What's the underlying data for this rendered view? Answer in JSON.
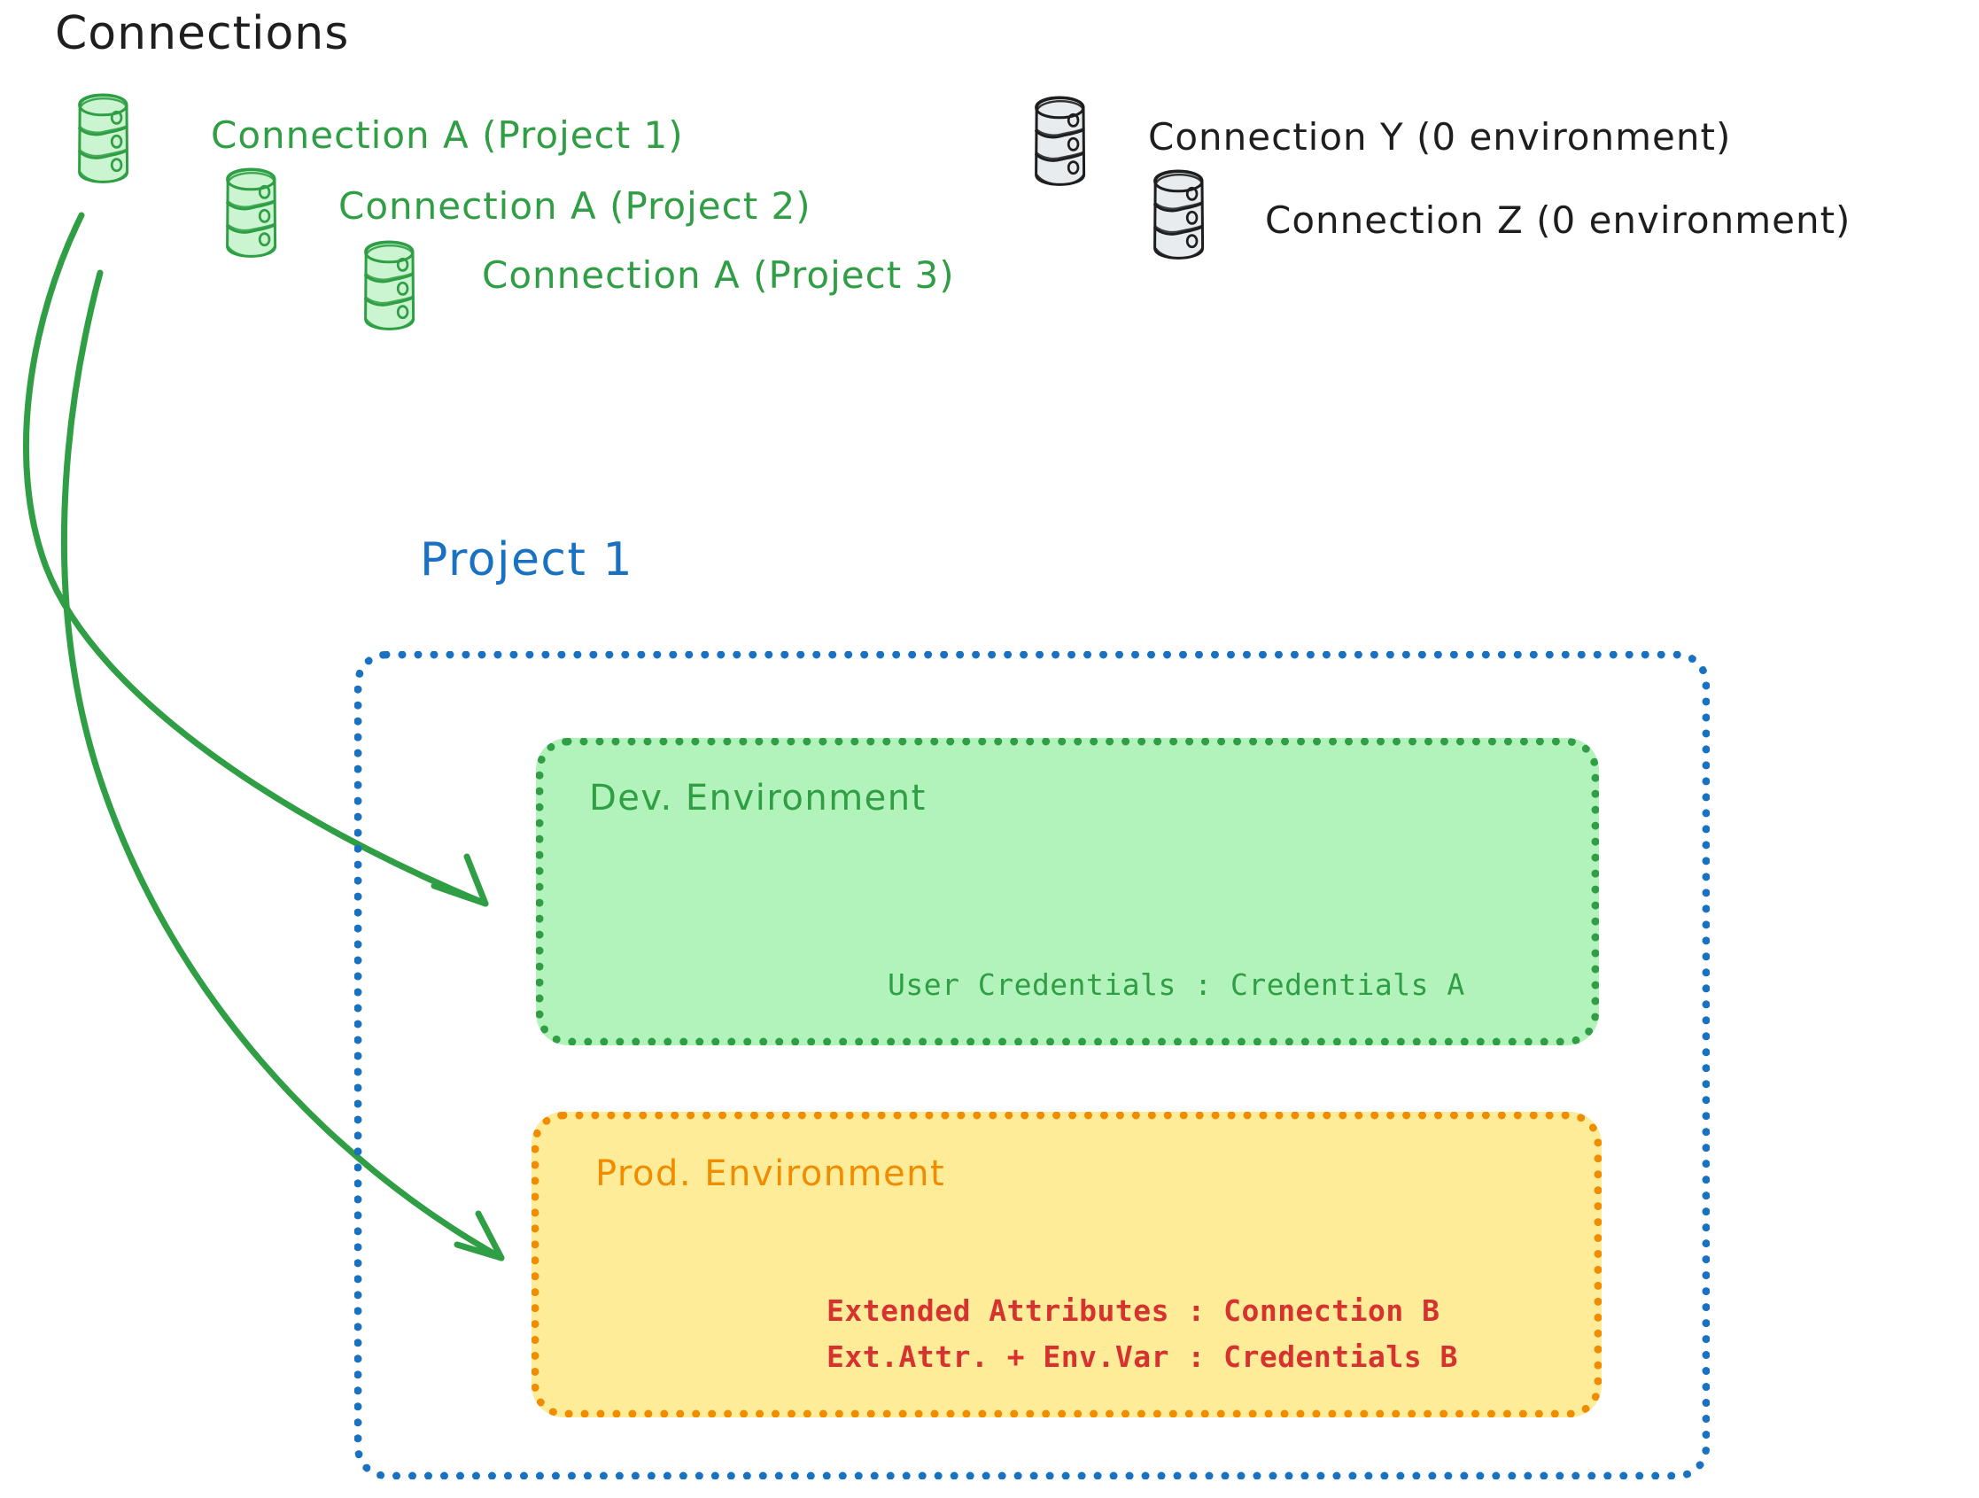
{
  "diagram": {
    "title": "Connections",
    "project_title": "Project 1",
    "colors": {
      "green_stroke": "#2f9e44",
      "green_fill": "#b2f2bb",
      "gray_stroke": "#1e1e1e",
      "gray_fill": "#ced4da",
      "blue": "#1971c2",
      "orange": "#f08c00",
      "yellow_fill": "#ffec99",
      "red": "#d63230",
      "black": "#1e1e1e"
    }
  },
  "connections": {
    "green": [
      {
        "icon": "database-cylinder-icon",
        "label": "Connection A (Project 1)"
      },
      {
        "icon": "database-cylinder-icon",
        "label": "Connection A (Project 2)"
      },
      {
        "icon": "database-cylinder-icon",
        "label": "Connection A (Project 3)"
      }
    ],
    "gray": [
      {
        "icon": "database-cylinder-icon",
        "label": "Connection Y (0 environment)"
      },
      {
        "icon": "database-cylinder-icon",
        "label": "Connection Z (0 environment)"
      }
    ]
  },
  "project": {
    "label": "Project 1",
    "environments": [
      {
        "id": "dev",
        "title": "Dev. Environment",
        "lines": [
          "User Credentials : Credentials A"
        ]
      },
      {
        "id": "prod",
        "title": "Prod. Environment",
        "lines": [
          "Extended Attributes : Connection B",
          "Ext.Attr. + Env.Var : Credentials B"
        ]
      }
    ]
  },
  "arrows": [
    {
      "name": "arrow-connection-a-to-dev",
      "from": "Connection A (Project 1)",
      "to": "Dev. Environment"
    },
    {
      "name": "arrow-connection-a-to-prod",
      "from": "Connection A (Project 1)",
      "to": "Prod. Environment"
    }
  ]
}
